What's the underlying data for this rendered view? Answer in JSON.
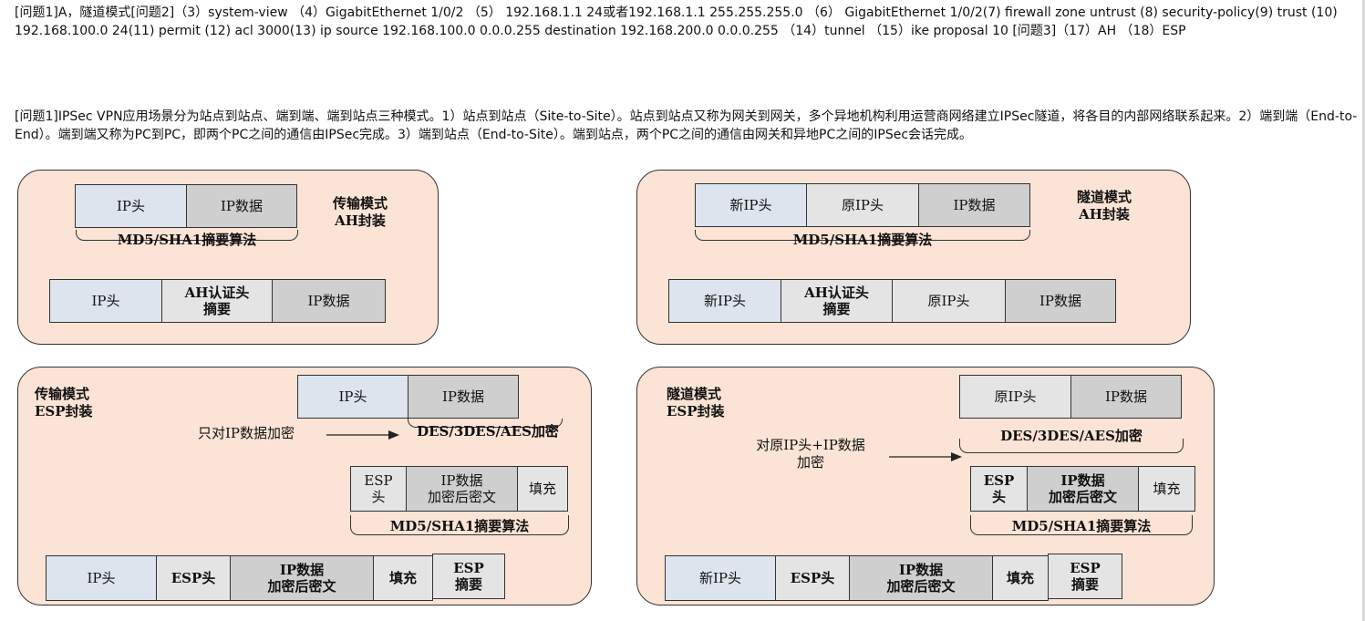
{
  "answer_line": "[问题1]A，隧道模式[问题2]（3）system-view （4）GigabitEthernet 1/0/2 （5） 192.168.1.1 24或者192.168.1.1 255.255.255.0 （6） GigabitEthernet 1/0/2(7) firewall zone untrust (8) security-policy(9) trust (10) 192.168.100.0 24(11) permit (12) acl 3000(13) ip source 192.168.100.0 0.0.0.255 destination 192.168.200.0 0.0.0.255 （14）tunnel （15）ike proposal 10 [问题3]（17）AH （18）ESP",
  "explanation": "[问题1]IPSec VPN应用场景分为站点到站点、端到端、端到站点三种模式。1）站点到站点（Site-to-Site）。站点到站点又称为网关到网关，多个异地机构利用运营商网络建立IPSec隧道，将各目的内部网络联系起来。2）端到端（End-to-End）。端到端又称为PC到PC，即两个PC之间的通信由IPSec完成。3）端到站点（End-to-Site）。端到站点，两个PC之间的通信由网关和异地PC之间的IPSec会话完成。",
  "diagram": {
    "ah_transport": {
      "title_line1": "传输模式",
      "title_line2": "AH封装",
      "top": [
        "IP头",
        "IP数据"
      ],
      "hash": "MD5/SHA1摘要算法",
      "bottom": [
        "IP头",
        "AH认证头",
        "摘要",
        "IP数据"
      ]
    },
    "ah_tunnel": {
      "title_line1": "隧道模式",
      "title_line2": "AH封装",
      "top": [
        "新IP头",
        "原IP头",
        "IP数据"
      ],
      "hash": "MD5/SHA1摘要算法",
      "bottom": [
        "新IP头",
        "AH认证头",
        "摘要",
        "原IP头",
        "IP数据"
      ]
    },
    "esp_transport": {
      "title_line1": "传输模式",
      "title_line2": "ESP封装",
      "top": [
        "IP头",
        "IP数据"
      ],
      "encrypt_note": "只对IP数据加密",
      "encrypt": "DES/3DES/AES加密",
      "mid": [
        "ESP",
        "头",
        "IP数据",
        "加密后密文",
        "填充"
      ],
      "hash": "MD5/SHA1摘要算法",
      "bottom": [
        "IP头",
        "ESP头",
        "IP数据",
        "加密后密文",
        "填充",
        "ESP",
        "摘要"
      ]
    },
    "esp_tunnel": {
      "title_line1": "隧道模式",
      "title_line2": "ESP封装",
      "top": [
        "原IP头",
        "IP数据"
      ],
      "encrypt_note_line1": "对原IP头+IP数据",
      "encrypt_note_line2": "加密",
      "encrypt": "DES/3DES/AES加密",
      "mid": [
        "ESP",
        "头",
        "IP数据",
        "加密后密文",
        "填充"
      ],
      "hash": "MD5/SHA1摘要算法",
      "bottom": [
        "新IP头",
        "ESP头",
        "IP数据",
        "加密后密文",
        "填充",
        "ESP",
        "摘要"
      ]
    }
  }
}
